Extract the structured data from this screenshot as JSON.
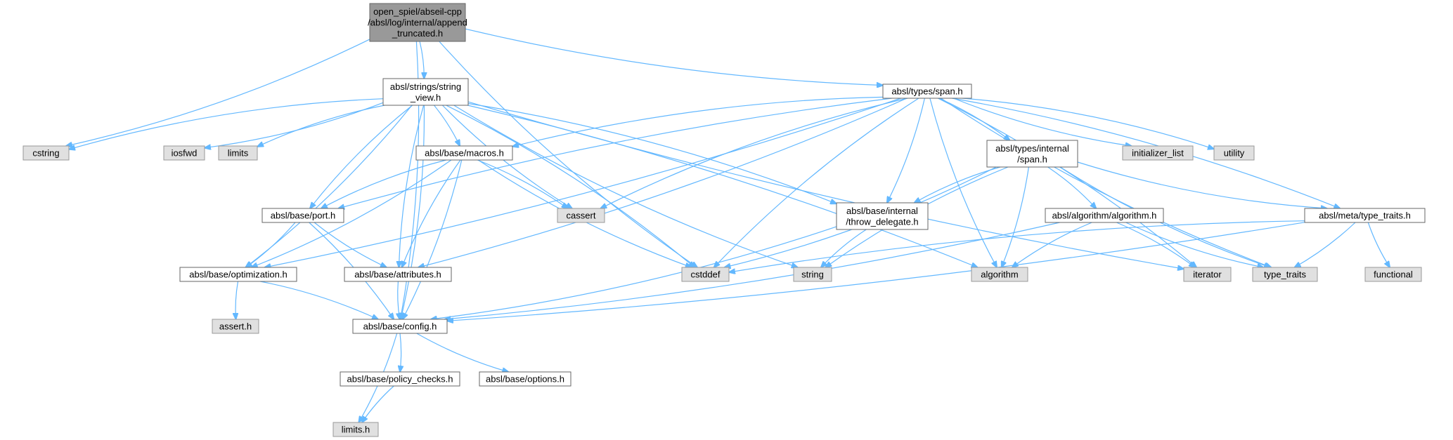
{
  "diagram": {
    "nodes": [
      {
        "id": "append",
        "label_lines": [
          "open_spiel/abseil-cpp",
          "/absl/log/internal/append",
          "_truncated.h"
        ],
        "style": "main"
      },
      {
        "id": "string_view",
        "label_lines": [
          "absl/strings/string",
          "_view.h"
        ],
        "style": "file"
      },
      {
        "id": "span",
        "label_lines": [
          "absl/types/span.h"
        ],
        "style": "file"
      },
      {
        "id": "cstring",
        "label_lines": [
          "cstring"
        ],
        "style": "sys"
      },
      {
        "id": "iosfwd",
        "label_lines": [
          "iosfwd"
        ],
        "style": "sys"
      },
      {
        "id": "limits",
        "label_lines": [
          "limits"
        ],
        "style": "sys"
      },
      {
        "id": "macros",
        "label_lines": [
          "absl/base/macros.h"
        ],
        "style": "file"
      },
      {
        "id": "internal_span",
        "label_lines": [
          "absl/types/internal",
          "/span.h"
        ],
        "style": "file"
      },
      {
        "id": "initializer_list",
        "label_lines": [
          "initializer_list"
        ],
        "style": "sys"
      },
      {
        "id": "utility",
        "label_lines": [
          "utility"
        ],
        "style": "sys"
      },
      {
        "id": "port",
        "label_lines": [
          "absl/base/port.h"
        ],
        "style": "file"
      },
      {
        "id": "cassert",
        "label_lines": [
          "cassert"
        ],
        "style": "sys"
      },
      {
        "id": "throw_delegate",
        "label_lines": [
          "absl/base/internal",
          "/throw_delegate.h"
        ],
        "style": "file"
      },
      {
        "id": "algorithm_h",
        "label_lines": [
          "absl/algorithm/algorithm.h"
        ],
        "style": "file"
      },
      {
        "id": "meta_type_traits",
        "label_lines": [
          "absl/meta/type_traits.h"
        ],
        "style": "file"
      },
      {
        "id": "optimization",
        "label_lines": [
          "absl/base/optimization.h"
        ],
        "style": "file"
      },
      {
        "id": "attributes",
        "label_lines": [
          "absl/base/attributes.h"
        ],
        "style": "file"
      },
      {
        "id": "cstddef",
        "label_lines": [
          "cstddef"
        ],
        "style": "sys"
      },
      {
        "id": "string",
        "label_lines": [
          "string"
        ],
        "style": "sys"
      },
      {
        "id": "algorithm",
        "label_lines": [
          "algorithm"
        ],
        "style": "sys"
      },
      {
        "id": "iterator",
        "label_lines": [
          "iterator"
        ],
        "style": "sys"
      },
      {
        "id": "type_traits",
        "label_lines": [
          "type_traits"
        ],
        "style": "sys"
      },
      {
        "id": "functional",
        "label_lines": [
          "functional"
        ],
        "style": "sys"
      },
      {
        "id": "assert_h",
        "label_lines": [
          "assert.h"
        ],
        "style": "sys"
      },
      {
        "id": "config",
        "label_lines": [
          "absl/base/config.h"
        ],
        "style": "file"
      },
      {
        "id": "policy_checks",
        "label_lines": [
          "absl/base/policy_checks.h"
        ],
        "style": "file"
      },
      {
        "id": "options",
        "label_lines": [
          "absl/base/options.h"
        ],
        "style": "file"
      },
      {
        "id": "limits_h",
        "label_lines": [
          "limits.h"
        ],
        "style": "sys"
      }
    ],
    "edges": [
      {
        "from": "append",
        "to": "string_view"
      },
      {
        "from": "append",
        "to": "span"
      },
      {
        "from": "append",
        "to": "cstring"
      },
      {
        "from": "append",
        "to": "cstddef"
      },
      {
        "from": "append",
        "to": "config"
      },
      {
        "from": "string_view",
        "to": "cstring"
      },
      {
        "from": "string_view",
        "to": "iosfwd"
      },
      {
        "from": "string_view",
        "to": "limits"
      },
      {
        "from": "string_view",
        "to": "macros"
      },
      {
        "from": "string_view",
        "to": "port"
      },
      {
        "from": "string_view",
        "to": "optimization"
      },
      {
        "from": "string_view",
        "to": "attributes"
      },
      {
        "from": "string_view",
        "to": "config"
      },
      {
        "from": "string_view",
        "to": "cassert"
      },
      {
        "from": "string_view",
        "to": "cstddef"
      },
      {
        "from": "string_view",
        "to": "string"
      },
      {
        "from": "string_view",
        "to": "algorithm"
      },
      {
        "from": "string_view",
        "to": "iterator"
      },
      {
        "from": "string_view",
        "to": "throw_delegate"
      },
      {
        "from": "span",
        "to": "macros"
      },
      {
        "from": "span",
        "to": "internal_span"
      },
      {
        "from": "span",
        "to": "initializer_list"
      },
      {
        "from": "span",
        "to": "utility"
      },
      {
        "from": "span",
        "to": "port"
      },
      {
        "from": "span",
        "to": "optimization"
      },
      {
        "from": "span",
        "to": "cassert"
      },
      {
        "from": "span",
        "to": "attributes"
      },
      {
        "from": "span",
        "to": "cstddef"
      },
      {
        "from": "span",
        "to": "throw_delegate"
      },
      {
        "from": "span",
        "to": "algorithm"
      },
      {
        "from": "span",
        "to": "iterator"
      },
      {
        "from": "span",
        "to": "type_traits"
      },
      {
        "from": "span",
        "to": "meta_type_traits"
      },
      {
        "from": "macros",
        "to": "port"
      },
      {
        "from": "macros",
        "to": "cassert"
      },
      {
        "from": "macros",
        "to": "cstddef"
      },
      {
        "from": "macros",
        "to": "optimization"
      },
      {
        "from": "macros",
        "to": "attributes"
      },
      {
        "from": "macros",
        "to": "config"
      },
      {
        "from": "internal_span",
        "to": "throw_delegate"
      },
      {
        "from": "internal_span",
        "to": "algorithm_h"
      },
      {
        "from": "internal_span",
        "to": "meta_type_traits"
      },
      {
        "from": "internal_span",
        "to": "cstddef"
      },
      {
        "from": "internal_span",
        "to": "string"
      },
      {
        "from": "internal_span",
        "to": "algorithm"
      },
      {
        "from": "internal_span",
        "to": "type_traits"
      },
      {
        "from": "port",
        "to": "optimization"
      },
      {
        "from": "port",
        "to": "attributes"
      },
      {
        "from": "port",
        "to": "config"
      },
      {
        "from": "throw_delegate",
        "to": "string"
      },
      {
        "from": "throw_delegate",
        "to": "config"
      },
      {
        "from": "algorithm_h",
        "to": "algorithm"
      },
      {
        "from": "algorithm_h",
        "to": "iterator"
      },
      {
        "from": "algorithm_h",
        "to": "type_traits"
      },
      {
        "from": "algorithm_h",
        "to": "config"
      },
      {
        "from": "meta_type_traits",
        "to": "cstddef"
      },
      {
        "from": "meta_type_traits",
        "to": "type_traits"
      },
      {
        "from": "meta_type_traits",
        "to": "functional"
      },
      {
        "from": "meta_type_traits",
        "to": "config"
      },
      {
        "from": "optimization",
        "to": "assert_h"
      },
      {
        "from": "optimization",
        "to": "config"
      },
      {
        "from": "attributes",
        "to": "config"
      },
      {
        "from": "config",
        "to": "policy_checks"
      },
      {
        "from": "config",
        "to": "options"
      },
      {
        "from": "config",
        "to": "limits_h"
      },
      {
        "from": "policy_checks",
        "to": "limits_h"
      }
    ]
  }
}
